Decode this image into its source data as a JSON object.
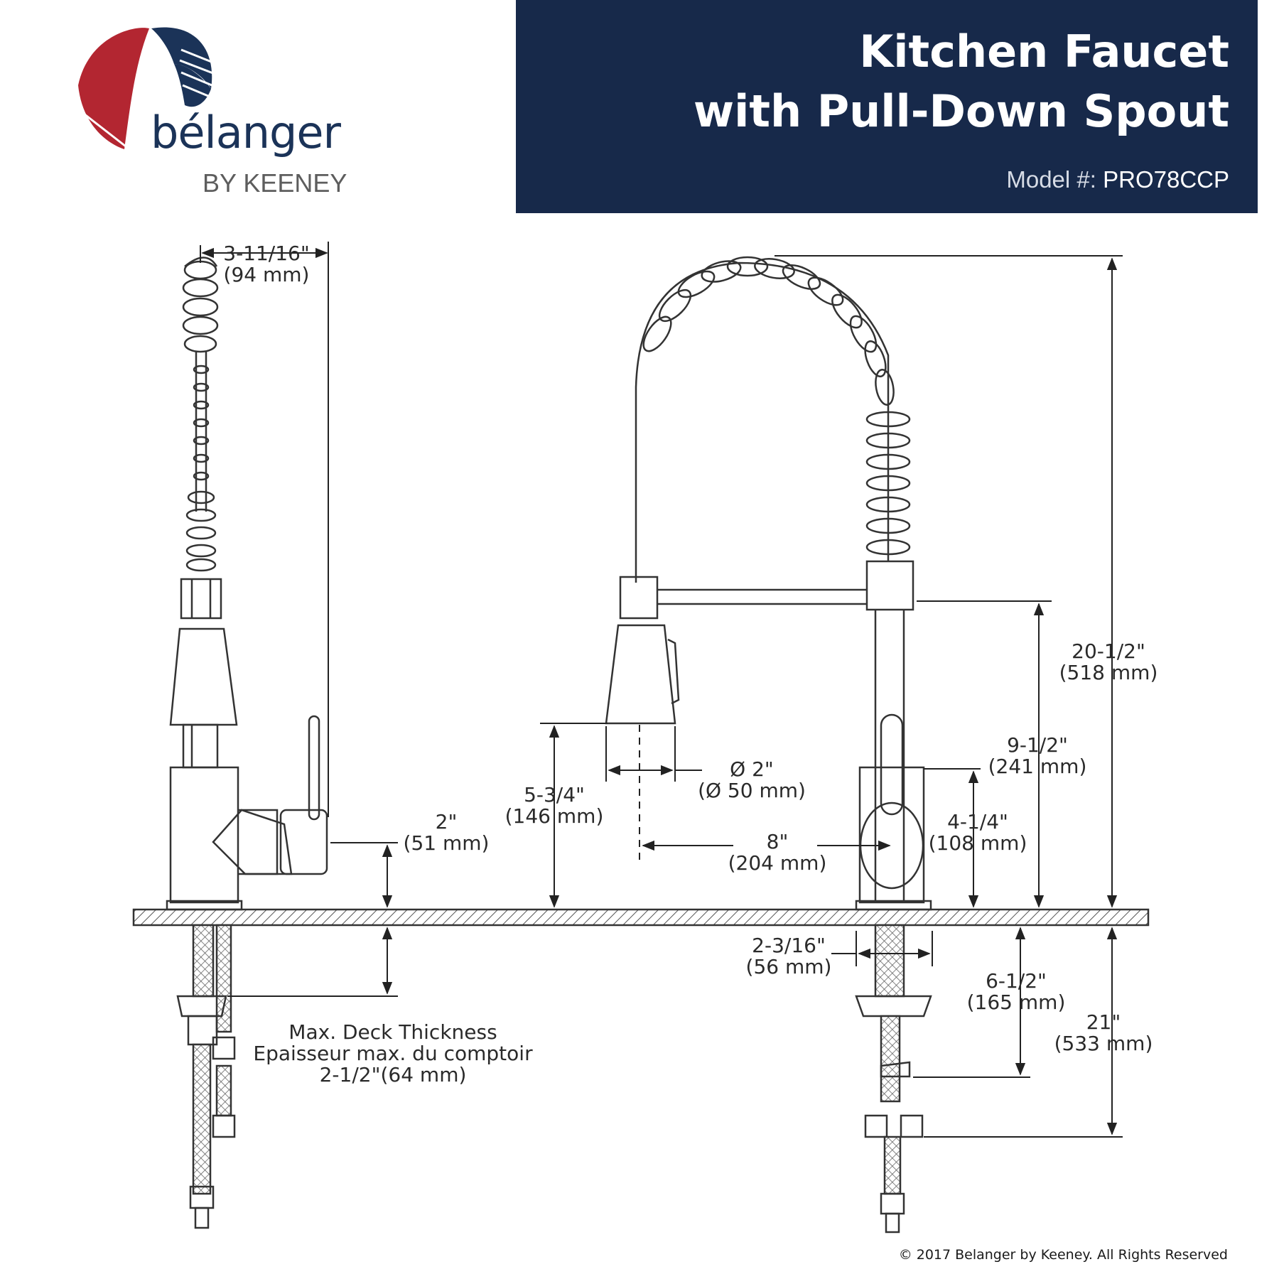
{
  "brand": {
    "name": "bélanger",
    "subtitle": "BY KEENEY",
    "colors": {
      "red": "#b32631",
      "navy": "#1b3358"
    }
  },
  "header": {
    "title_line1": "Kitchen Faucet",
    "title_line2": "with Pull-Down Spout",
    "model_label": "Model #:",
    "model_number": "PRO78CCP",
    "background": "#17294a"
  },
  "dimensions": {
    "side_width": {
      "imperial": "3-11/16\"",
      "metric": "(94 mm)"
    },
    "handle_height": {
      "imperial": "2\"",
      "metric": "(51 mm)"
    },
    "deck_thickness": {
      "line1": "Max. Deck Thickness",
      "line2": "Epaisseur max. du comptoir",
      "line3": "2-1/2\"(64 mm)"
    },
    "spray_height": {
      "imperial": "5-3/4\"",
      "metric": "(146 mm)"
    },
    "spray_diameter": {
      "imperial": "Ø 2\"",
      "metric": "(Ø 50 mm)"
    },
    "reach": {
      "imperial": "8\"",
      "metric": "(204 mm)"
    },
    "spout_height": {
      "imperial": "9-1/2\"",
      "metric": "(241 mm)"
    },
    "lever_height": {
      "imperial": "4-1/4\"",
      "metric": "(108 mm)"
    },
    "total_height": {
      "imperial": "20-1/2\"",
      "metric": "(518 mm)"
    },
    "base_diameter": {
      "imperial": "2-3/16\"",
      "metric": "(56 mm)"
    },
    "shank_length": {
      "imperial": "6-1/2\"",
      "metric": "(165 mm)"
    },
    "supply_length": {
      "imperial": "21\"",
      "metric": "(533 mm)"
    }
  },
  "footer": {
    "copyright": "© 2017 Belanger by Keeney. All Rights Reserved"
  }
}
